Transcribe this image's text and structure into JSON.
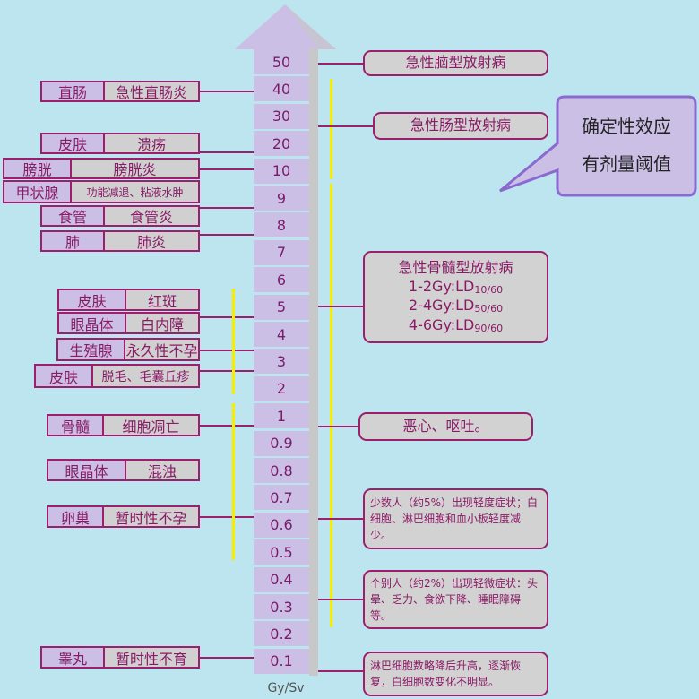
{
  "scale": {
    "ticks": [
      "50",
      "40",
      "30",
      "20",
      "10",
      "9",
      "8",
      "7",
      "6",
      "5",
      "4",
      "3",
      "2",
      "1",
      "0.9",
      "0.8",
      "0.7",
      "0.6",
      "0.5",
      "0.4",
      "0.3",
      "0.2",
      "0.1"
    ],
    "unit": "Gy/Sv"
  },
  "left_effects": [
    {
      "organ": "直肠",
      "effect": "急性直肠炎"
    },
    {
      "organ": "皮肤",
      "effect": "溃疡"
    },
    {
      "organ": "膀胱",
      "effect": "膀胱炎"
    },
    {
      "organ": "甲状腺",
      "effect": "功能减退、粘液水肿"
    },
    {
      "organ": "食管",
      "effect": "食管炎"
    },
    {
      "organ": "肺",
      "effect": "肺炎"
    },
    {
      "organ": "皮肤",
      "effect": "红斑"
    },
    {
      "organ": "眼晶体",
      "effect": "白内障"
    },
    {
      "organ": "生殖腺",
      "effect": "永久性不孕"
    },
    {
      "organ": "皮肤",
      "effect": "脱毛、毛囊丘疹"
    },
    {
      "organ": "骨髓",
      "effect": "细胞凋亡"
    },
    {
      "organ": "眼晶体",
      "effect": "混浊"
    },
    {
      "organ": "卵巢",
      "effect": "暂时性不孕"
    },
    {
      "organ": "睾丸",
      "effect": "暂时性不育"
    }
  ],
  "right_effects": {
    "brain": "急性脑型放射病",
    "intestinal": "急性肠型放射病",
    "marrow": {
      "title": "急性骨髓型放射病",
      "lines": [
        {
          "dose": "1-2Gy:LD",
          "sub": "10/60"
        },
        {
          "dose": "2-4Gy:LD",
          "sub": "50/60"
        },
        {
          "dose": "4-6Gy:LD",
          "sub": "90/60"
        }
      ]
    },
    "nausea": "恶心、呕吐。",
    "few": "少数人（约5%）出现轻度症状；白细胞、淋巴细胞和血小板轻度减少。",
    "individual": "个别人（约2%）出现轻微症状：头晕、乏力、食欲下降、睡眠障碍等。",
    "lymph": "淋巴细胞数略降后升高，逐渐恢复，白细胞数变化不明显。"
  },
  "callout": {
    "line1": "确定性效应",
    "line2": "有剂量阈值"
  }
}
